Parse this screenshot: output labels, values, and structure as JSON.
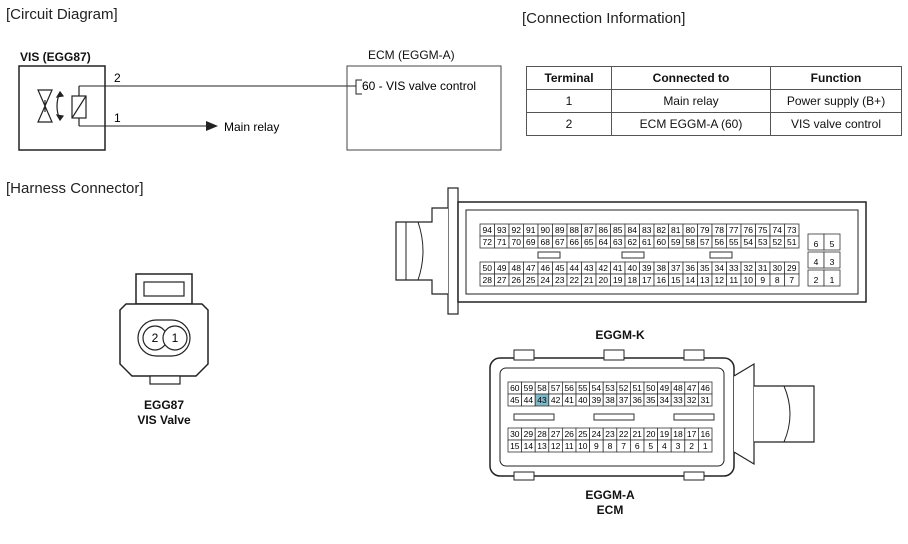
{
  "circuit": {
    "title": "[Circuit Diagram]",
    "vis_label": "VIS (EGG87)",
    "pin2": "2",
    "pin1": "1",
    "main_relay": "Main relay",
    "ecm_label": "ECM (EGGM-A)",
    "ecm_pin_text": "60 - VIS valve control"
  },
  "connection": {
    "title": "[Connection Information]",
    "headers": [
      "Terminal",
      "Connected to",
      "Function"
    ],
    "rows": [
      [
        "1",
        "Main relay",
        "Power supply (B+)"
      ],
      [
        "2",
        "ECM EGGM-A (60)",
        "VIS valve control"
      ]
    ]
  },
  "harness": {
    "title": "[Harness Connector]",
    "vis_conn_pins": [
      "2",
      "1"
    ],
    "vis_caption_1": "EGG87",
    "vis_caption_2": "VIS Valve",
    "ecm_k_caption": "EGGM-K",
    "ecm_a_caption_1": "EGGM-A",
    "ecm_a_caption_2": "ECM",
    "k_rows": [
      [
        "94",
        "93",
        "92",
        "91",
        "90",
        "89",
        "88",
        "87",
        "86",
        "85",
        "84",
        "83",
        "82",
        "81",
        "80",
        "79",
        "78",
        "77",
        "76",
        "75",
        "74",
        "73"
      ],
      [
        "72",
        "71",
        "70",
        "69",
        "68",
        "67",
        "66",
        "65",
        "64",
        "63",
        "62",
        "61",
        "60",
        "59",
        "58",
        "57",
        "56",
        "55",
        "54",
        "53",
        "52",
        "51"
      ],
      [
        "50",
        "49",
        "48",
        "47",
        "46",
        "45",
        "44",
        "43",
        "42",
        "41",
        "40",
        "39",
        "38",
        "37",
        "36",
        "35",
        "34",
        "33",
        "32",
        "31",
        "30",
        "29"
      ],
      [
        "28",
        "27",
        "26",
        "25",
        "24",
        "23",
        "22",
        "21",
        "20",
        "19",
        "18",
        "17",
        "16",
        "15",
        "14",
        "13",
        "12",
        "11",
        "10",
        "9",
        "8",
        "7"
      ]
    ],
    "k_side": [
      [
        "6",
        "5"
      ],
      [
        "4",
        "3"
      ],
      [
        "2",
        "1"
      ]
    ],
    "a_rows": [
      [
        "60",
        "59",
        "58",
        "57",
        "56",
        "55",
        "54",
        "53",
        "52",
        "51",
        "50",
        "49",
        "48",
        "47",
        "46"
      ],
      [
        "45",
        "44",
        "43",
        "42",
        "41",
        "40",
        "39",
        "38",
        "37",
        "36",
        "35",
        "34",
        "33",
        "32",
        "31"
      ],
      [
        "30",
        "29",
        "28",
        "27",
        "26",
        "25",
        "24",
        "23",
        "22",
        "21",
        "20",
        "19",
        "18",
        "17",
        "16"
      ],
      [
        "15",
        "14",
        "13",
        "12",
        "11",
        "10",
        "9",
        "8",
        "7",
        "6",
        "5",
        "4",
        "3",
        "2",
        "1"
      ]
    ],
    "a_highlight": "43",
    "highlight_color": "#7fb8c9"
  }
}
